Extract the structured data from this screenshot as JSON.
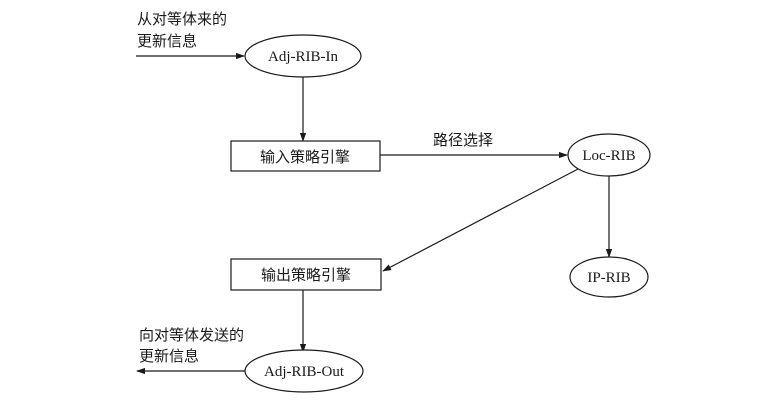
{
  "nodes": {
    "adj_rib_in": "Adj-RIB-In",
    "input_engine": "输入策略引擎",
    "loc_rib": "Loc-RIB",
    "output_engine": "输出策略引擎",
    "ip_rib": "IP-RIB",
    "adj_rib_out": "Adj-RIB-Out"
  },
  "labels": {
    "incoming_line1": "从对等体来的",
    "incoming_line2": "更新信息",
    "path_selection": "路径选择",
    "outgoing_line1": "向对等体发送的",
    "outgoing_line2": "更新信息"
  },
  "colors": {
    "ink": "#1a1a1a",
    "background": "#ffffff"
  }
}
